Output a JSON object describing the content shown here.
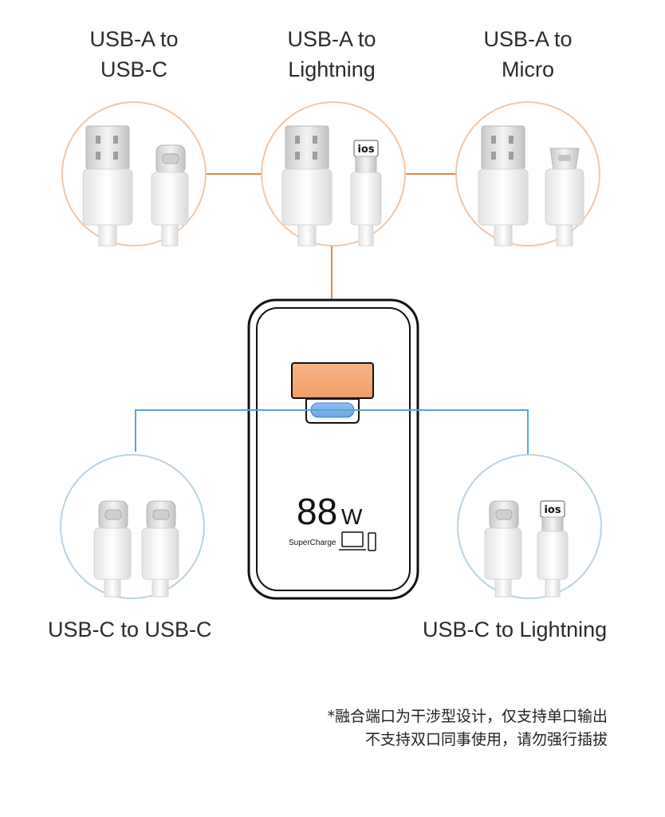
{
  "top_cables": [
    {
      "line1": "USB-A to",
      "line2": "USB-C",
      "connector": "usb-c"
    },
    {
      "line1": "USB-A to",
      "line2": "Lightning",
      "connector": "lightning",
      "tag": "ios"
    },
    {
      "line1": "USB-A to",
      "line2": "Micro",
      "connector": "micro-usb"
    }
  ],
  "bottom_cables": [
    {
      "label": "USB-C to USB-C",
      "connector": "usb-c"
    },
    {
      "label": "USB-C to Lightning",
      "connector": "lightning",
      "tag": "ios"
    }
  ],
  "charger": {
    "power_number": "88",
    "power_unit": "W",
    "brand_text": "SuperCharge"
  },
  "note": {
    "line1": "*融合端口为干涉型设计，仅支持单口输出",
    "line2": "不支持双口同事使用，请勿强行插拔"
  },
  "colors": {
    "usb_a_port": "#f5a978",
    "usb_a_line": "#e98445",
    "usb_a_circle": "#f2c7a6",
    "usb_c_port": "#7eb1e9",
    "usb_c_line": "#52a6dd",
    "usb_c_circle": "#b9d3e3"
  }
}
